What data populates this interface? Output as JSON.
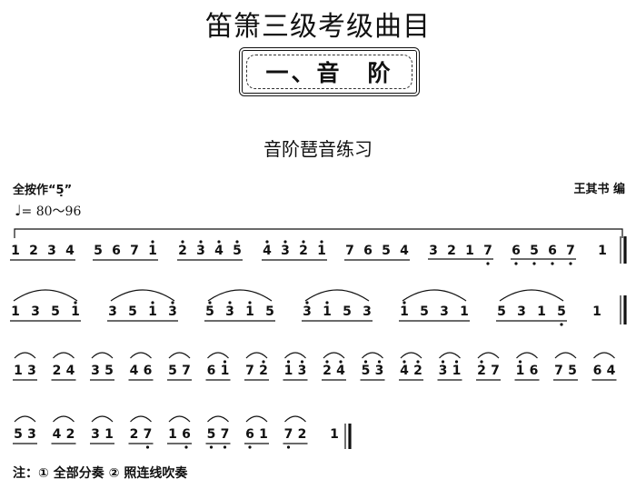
{
  "page": {
    "title": "笛箫三级考级曲目",
    "section": "一、音　阶",
    "subtitle": "音阶琶音练习",
    "key": "全按作“5̣”",
    "tempo": "= 80～96",
    "tempo_icon": "quarter-note-icon",
    "arranger": "王其书 编",
    "footnote": "注：① 全部分奏 ② 照连线吹奏"
  },
  "score": {
    "line1": {
      "groups": [
        [
          "1",
          "2",
          "3",
          "4"
        ],
        [
          "5",
          "6",
          "7",
          "1̇"
        ],
        [
          "2̇",
          "3̇",
          "4̇",
          "5̇"
        ],
        [
          "4̇",
          "3̇",
          "2̇",
          "1̇"
        ],
        [
          "7",
          "6",
          "5",
          "4"
        ],
        [
          "3",
          "2",
          "1",
          "7̣"
        ],
        [
          "6̣",
          "5̣",
          "6̣",
          "7̣"
        ]
      ],
      "ending": "1"
    },
    "line2": {
      "groups": [
        [
          "1",
          "3",
          "5",
          "1̇"
        ],
        [
          "3",
          "5",
          "1̇",
          "3̇"
        ],
        [
          "5̇",
          "3̇",
          "1̇",
          "5"
        ],
        [
          "3̇",
          "1̇",
          "5",
          "3"
        ],
        [
          "1̇",
          "5",
          "3",
          "1"
        ],
        [
          "5",
          "3",
          "1",
          "5̣"
        ]
      ],
      "ending": "1"
    },
    "line3": {
      "pairs": [
        [
          "1",
          "3"
        ],
        [
          "2",
          "4"
        ],
        [
          "3",
          "5"
        ],
        [
          "4",
          "6"
        ],
        [
          "5",
          "7"
        ],
        [
          "6",
          "1̇"
        ],
        [
          "7",
          "2̇"
        ],
        [
          "1̇",
          "3̇"
        ],
        [
          "2̇",
          "4̇"
        ],
        [
          "5̇",
          "3̇"
        ],
        [
          "4̇",
          "2̇"
        ],
        [
          "3̇",
          "1̇"
        ],
        [
          "2̇",
          "7"
        ],
        [
          "1̇",
          "6"
        ],
        [
          "7",
          "5"
        ],
        [
          "6",
          "4"
        ]
      ]
    },
    "line4": {
      "pairs": [
        [
          "5",
          "3"
        ],
        [
          "4",
          "2"
        ],
        [
          "3",
          "1"
        ],
        [
          "2",
          "7̣"
        ],
        [
          "1",
          "6̣"
        ],
        [
          "5̣",
          "7̣"
        ],
        [
          "6̣",
          "1"
        ],
        [
          "7̣",
          "2"
        ]
      ],
      "ending": "1"
    }
  }
}
